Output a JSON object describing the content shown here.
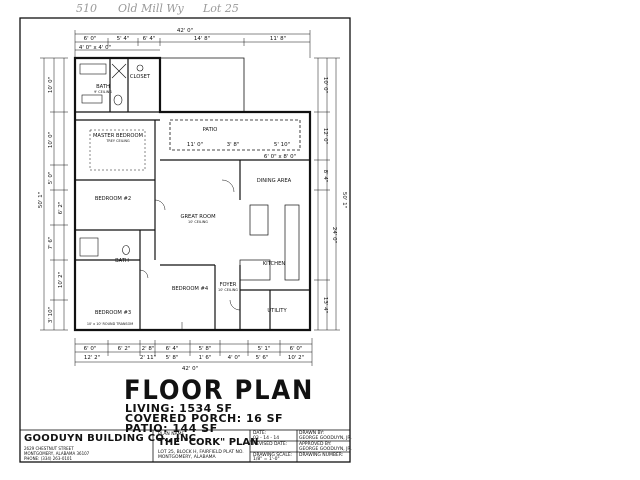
{
  "handwritten_note": {
    "lot_number": "510",
    "street": "Old Mill Wy",
    "lot": "Lot 25"
  },
  "sheet_title": "FLOOR PLAN",
  "stats": {
    "living": "LIVING: 1534 SF",
    "covered_porch": "COVERED PORCH: 16 SF",
    "patio": "PATIO: 144 SF"
  },
  "rooms": {
    "bath_master": "BATH",
    "bath_master_sub": "9' CEILING",
    "closet": "CLOSET",
    "master_bedroom": "MASTER BEDROOM",
    "master_bedroom_sub": "TREY CEILING",
    "patio": "PATIO",
    "dining": "DINING AREA",
    "great_room": "GREAT ROOM",
    "great_room_sub": "10' CEILING",
    "bedroom2": "BEDROOM #2",
    "bath2": "BATH",
    "bedroom3": "BEDROOM #3",
    "bedroom3_sub": "10' x 10' ROUND TRANSOM",
    "bedroom4": "BEDROOM #4",
    "foyer": "FOYER",
    "foyer_sub": "10' CEILING",
    "kitchen": "KITCHEN",
    "utility": "UTILITY"
  },
  "dimensions": {
    "top_total": "42' 0\"",
    "top_segments": [
      "6' 0\"",
      "5' 4\"",
      "6' 4\"",
      "14' 8\"",
      "11' 8\""
    ],
    "top_inner": [
      "4' 0\" x 4' 0\""
    ],
    "bottom_total": "42' 0\"",
    "bottom_row1": [
      "6' 0\"",
      "6' 2\"",
      "2' 8\"",
      "6' 4\"",
      "5' 8\"",
      "5' 1\"",
      "6' 0\""
    ],
    "bottom_row2": [
      "12' 2\"",
      "2' 11\"",
      "5' 8\"",
      "1' 6\"",
      "4' 0\"",
      "5' 6\"",
      "10' 2\""
    ],
    "right_total": "50' 1\"",
    "right_segments": [
      "10' 0\"",
      "12' 0\"",
      "8' 4\"",
      "24' 0\"",
      "13' 4\""
    ],
    "left_total": "50' 1\"",
    "left_segments": [
      "10' 0\"",
      "10' 0\"",
      "5' 0\"",
      "6' 2\"",
      "7' 6\"",
      "10' 2\"",
      "3' 10\""
    ],
    "patio_dims": [
      "11' 0\"",
      "3' 8\"",
      "5' 10\"",
      "6' 0\" x 8' 0\""
    ]
  },
  "title_block": {
    "company": "GOODUYN BUILDING CO., INC.",
    "address1": "2629 CHESTNUT STREET",
    "address2": "MONTGOMERY, ALABAMA 36107",
    "phone": "PHONE: (334) 263-0101",
    "plan_label": "PLAN NAME",
    "plan_name": "THE \"CORK\" PLAN",
    "lot_info1": "LOT 25, BLOCK H, FAIRFIELD PLAT NO.",
    "lot_info2": "MONTGOMERY, ALABAMA",
    "date_label": "DATE:",
    "date_value": "03 - 14 - 14",
    "revised_label": "REVISED DATE:",
    "scale_label": "DRAWING SCALE:",
    "scale_value": "1/8\" = 1'-0\"",
    "drawn_label": "DRAWN BY:",
    "drawn_value": "GEORGE GOODUYN, JR.",
    "approved_label": "APPROVED BY:",
    "approved_value": "GEORGE GOODUYN, JR.",
    "sheet_label": "DRAWING NUMBER:"
  }
}
